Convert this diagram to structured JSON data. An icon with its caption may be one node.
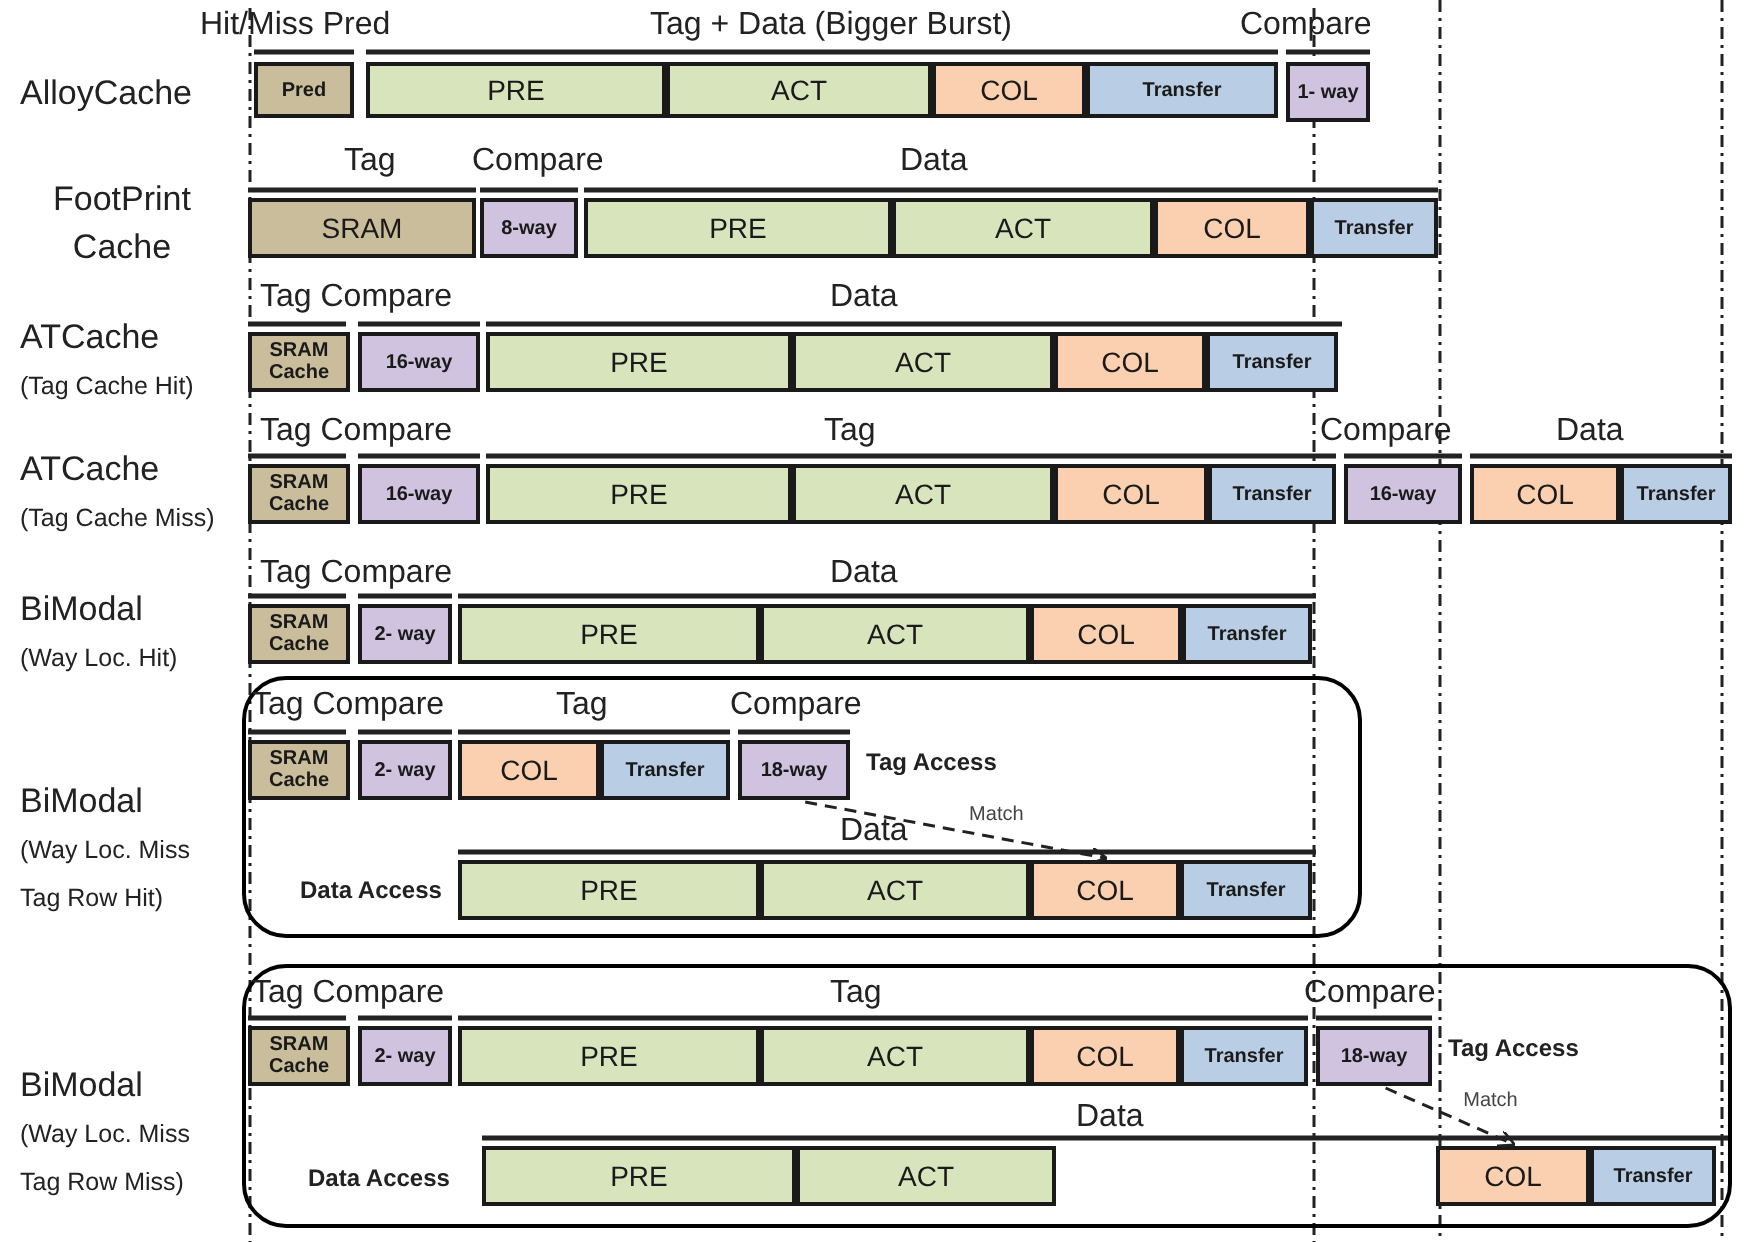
{
  "diagram": {
    "nodes": [
      {
        "text": [
          "Pred"
        ]
      },
      {
        "text": [
          "PRE"
        ]
      },
      {
        "text": [
          "ACT"
        ]
      },
      {
        "text": [
          "COL"
        ]
      },
      {
        "text": [
          "Transfer"
        ]
      },
      {
        "text": [
          "1- way"
        ]
      },
      {
        "text": [
          "SRAM"
        ]
      },
      {
        "text": [
          "8-way"
        ]
      },
      {
        "text": [
          "PRE"
        ]
      },
      {
        "text": [
          "ACT"
        ]
      },
      {
        "text": [
          "COL"
        ]
      },
      {
        "text": [
          "Transfer"
        ]
      },
      {
        "text": [
          "SRAM Cache"
        ]
      },
      {
        "text": [
          "16-way"
        ]
      },
      {
        "text": [
          "PRE"
        ]
      },
      {
        "text": [
          "ACT"
        ]
      },
      {
        "text": [
          "COL"
        ]
      },
      {
        "text": [
          "Transfer"
        ]
      },
      {
        "text": [
          "SRAM Cache"
        ]
      },
      {
        "text": [
          "16-way"
        ]
      },
      {
        "text": [
          "PRE"
        ]
      },
      {
        "text": [
          "ACT"
        ]
      },
      {
        "text": [
          "COL"
        ]
      },
      {
        "text": [
          "Transfer"
        ]
      },
      {
        "text": [
          "16-way"
        ]
      },
      {
        "text": [
          "COL"
        ]
      },
      {
        "text": [
          "Transfer"
        ]
      },
      {
        "text": [
          "SRAM Cache"
        ]
      },
      {
        "text": [
          "2- way"
        ]
      },
      {
        "text": [
          "PRE"
        ]
      },
      {
        "text": [
          "ACT"
        ]
      },
      {
        "text": [
          "COL"
        ]
      },
      {
        "text": [
          "Transfer"
        ]
      },
      {
        "text": [],
        "shape": "box"
      },
      {
        "text": [
          "SRAM Cache"
        ],
        "in": 33
      },
      {
        "text": [
          "2- way"
        ],
        "in": 33
      },
      {
        "text": [
          "COL"
        ],
        "in": 33
      },
      {
        "text": [
          "Transfer"
        ],
        "in": 33
      },
      {
        "text": [
          "18-way"
        ],
        "in": 33,
        "beside": [
          "Tag Access"
        ]
      },
      {
        "text": [
          "PRE"
        ],
        "in": 33
      },
      {
        "text": [
          "ACT"
        ],
        "in": 33
      },
      {
        "text": [
          "COL"
        ],
        "in": 33
      },
      {
        "text": [
          "Transfer"
        ],
        "in": 33
      },
      {
        "text": [],
        "shape": "box"
      },
      {
        "text": [
          "SRAM Cache"
        ],
        "in": 43
      },
      {
        "text": [
          "2- way"
        ],
        "in": 43
      },
      {
        "text": [
          "PRE"
        ],
        "in": 43
      },
      {
        "text": [
          "ACT"
        ],
        "in": 43
      },
      {
        "text": [
          "COL"
        ],
        "in": 43
      },
      {
        "text": [
          "Transfer"
        ],
        "in": 43
      },
      {
        "text": [
          "18-way"
        ],
        "in": 43,
        "beside": [
          "Tag Access"
        ]
      },
      {
        "text": [
          "PRE"
        ],
        "in": 43
      },
      {
        "text": [
          "ACT"
        ],
        "in": 43
      },
      {
        "text": [
          "COL"
        ],
        "in": 43
      },
      {
        "text": [
          "Transfer"
        ],
        "in": 43
      }
    ],
    "edges": [
      {
        "from": 38,
        "to": 41,
        "arrow": "to",
        "label": "Match",
        "style": "dashed"
      },
      {
        "from": 50,
        "to": 53,
        "arrow": "to",
        "label": "Match",
        "style": "dashed"
      }
    ],
    "labels": [
      "Hit/Miss Pred",
      "Tag + Data (Bigger Burst)",
      "Compare",
      "AlloyCache",
      "Tag",
      "Compare",
      "Data",
      "FootPrint Cache",
      "Tag Compare",
      "Data",
      "ATCache",
      "(Tag Cache Hit)",
      "Tag Compare",
      "Tag",
      "Compare",
      "Data",
      "ATCache",
      "(Tag Cache Miss)",
      "Tag Compare",
      "Data",
      "BiModal",
      "(Way Loc. Hit)",
      "Tag Compare",
      "Tag",
      "Compare",
      "BiModal",
      "(Way Loc. Miss Tag Row Hit)",
      "Data",
      "Data Access",
      "Tag Compare",
      "Tag",
      "Compare",
      "BiModal",
      "(Way Loc. Miss Tag Row Miss)",
      "Data",
      "Data Access"
    ]
  }
}
